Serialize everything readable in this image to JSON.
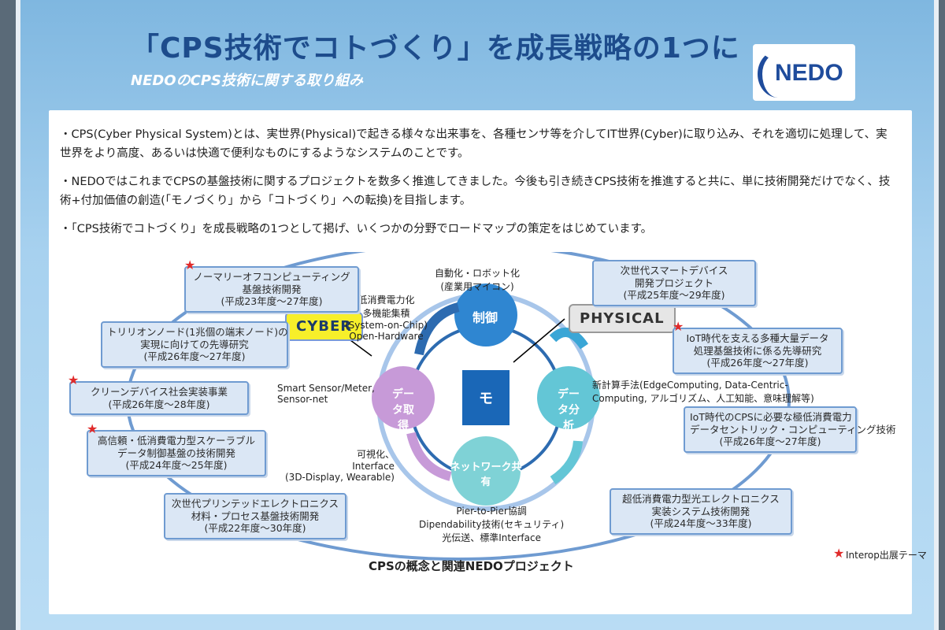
{
  "header": {
    "title": "「CPS技術でコトづくり」を成長戦略の1つに",
    "subtitle": "NEDOのCPS技術に関する取り組み",
    "logo_text": "NEDO"
  },
  "bullets": [
    "・CPS(Cyber Physical System)とは、実世界(Physical)で起きる様々な出来事を、各種センサ等を介してIT世界(Cyber)に取り込み、それを適切に処理して、実世界をより高度、あるいは快適で便利なものにするようなシステムのことです。",
    "・NEDOではこれまでCPSの基盤技術に関するプロジェクトを数多く推進してきました。今後も引き続きCPS技術を推進すると共に、単に技術開発だけでなく、技術+付加価値の創造(「モノづくり」から「コトづくり」への転換)を目指します。",
    "・「CPS技術でコトづくり」を成長戦略の1つとして掲げ、いくつかの分野でロードマップの策定をはじめています。"
  ],
  "diagram": {
    "tags": {
      "cyber": "CYBER",
      "physical": "PHYSICAL"
    },
    "center": {
      "control": "制御",
      "data_acquire": "データ取得",
      "data_analysis": "データ分析",
      "network_share": "ネットワーク共有",
      "center_word": "モ"
    },
    "callouts": {
      "top": "自動化・ロボット化\n(産業用マイコン)",
      "top_left": "低消費電力化\n多機能集積\n(System-on-Chip)\nOpen-Hardware",
      "left": "Smart Sensor/Meter,\nSensor-net",
      "bottom_left": "可視化、\nInterface\n(3D-Display, Wearable)",
      "bottom": "Pier-to-Pier協調\nDipendability技術(セキュリティ)\n光伝送、標準Interface",
      "right": "新計算手法(EdgeComputing, Data-Centric-\nComputing, アルゴリズム、人工知能、意味理解等)"
    },
    "projects_left": [
      "ノーマリーオフコンピューティング\n基盤技術開発\n(平成23年度〜27年度)",
      "トリリオンノード(1兆個の端末ノード)の\n実現に向けての先導研究\n(平成26年度〜27年度)",
      "クリーンデバイス社会実装事業\n(平成26年度〜28年度)",
      "高信頼・低消費電力型スケーラブル\nデータ制御基盤の技術開発\n(平成24年度〜25年度)",
      "次世代プリンテッドエレクトロニクス\n材料・プロセス基盤技術開発\n(平成22年度〜30年度)"
    ],
    "projects_right": [
      "次世代スマートデバイス\n開発プロジェクト\n(平成25年度〜29年度)",
      "IoT時代を支える多種大量データ\n処理基盤技術に係る先導研究\n(平成26年度〜27年度)",
      "IoT時代のCPSに必要な極低消費電力\nデータセントリック・コンピューティング技術\n(平成26年度〜27年度)",
      "超低消費電力型光エレクトロニクス\n実装システム技術開発\n(平成24年度〜33年度)"
    ],
    "caption": "CPSの概念と関連NEDOプロジェクト",
    "legend": "Interop出展テーマ"
  },
  "colors": {
    "title_blue": "#1d4c8c",
    "box_fill": "#dbe7f5",
    "box_border": "#6f9bd1",
    "cyber_yellow": "#f7ef2a",
    "star_red": "#e02a2a"
  }
}
